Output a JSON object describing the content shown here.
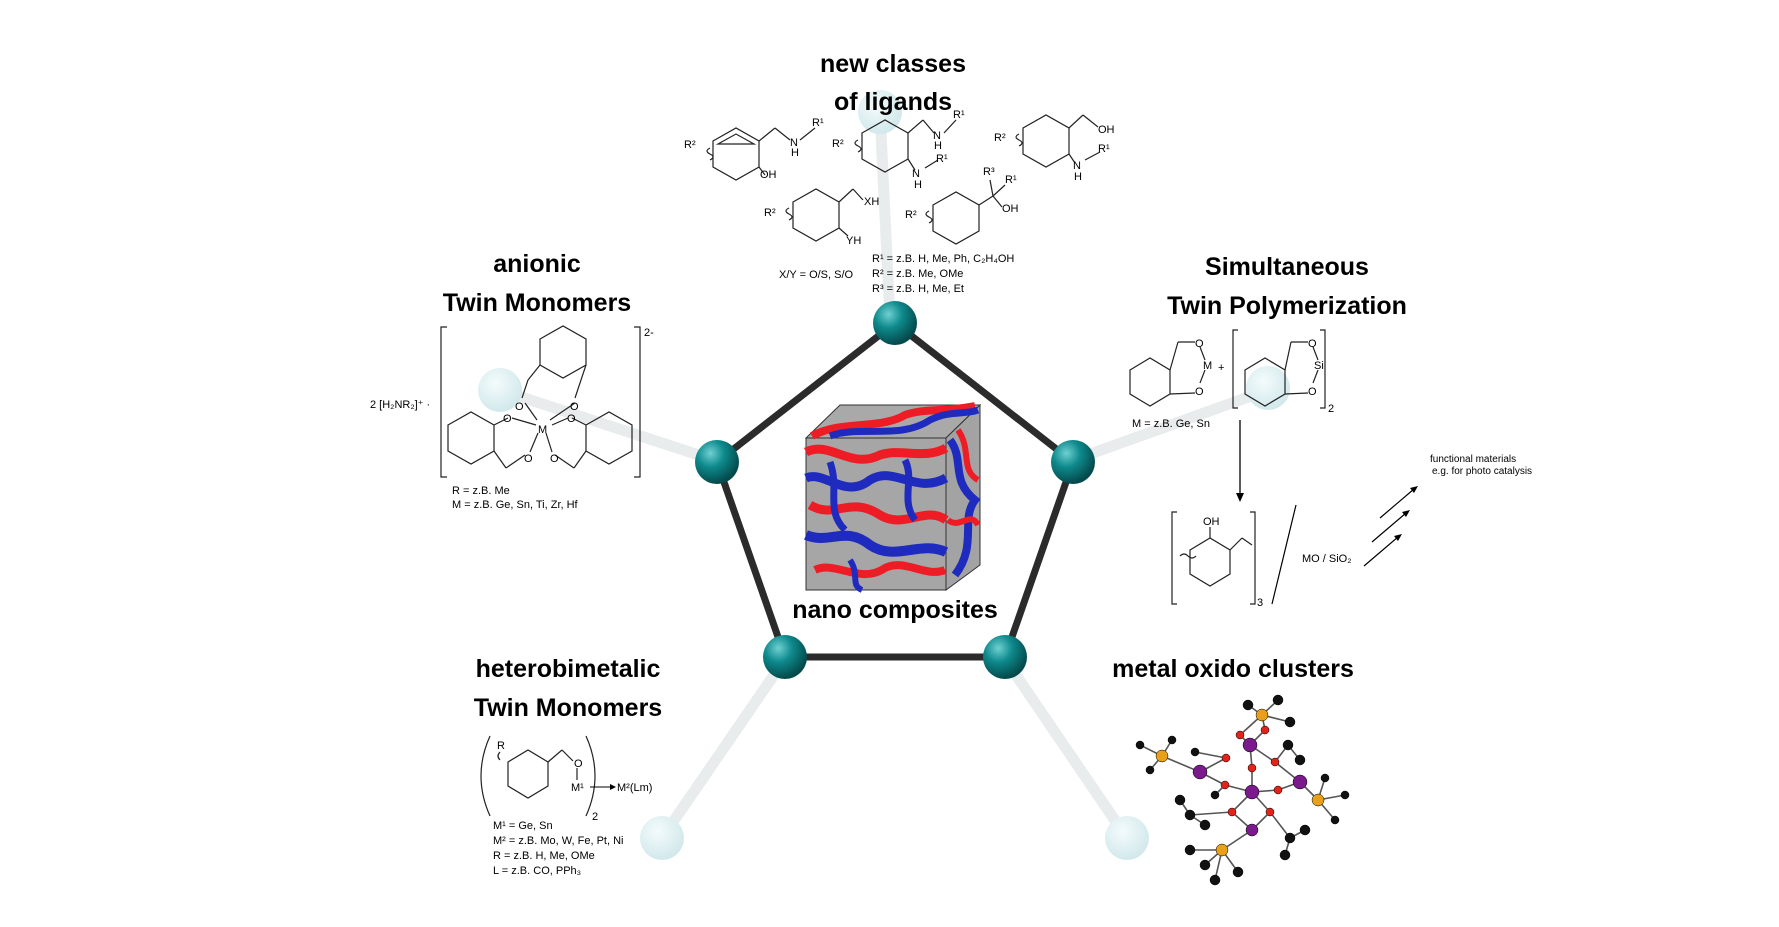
{
  "center": {
    "label": "nano composites"
  },
  "colors": {
    "node": "#0d7d80",
    "edge": "#2b2b2b",
    "spoke": "#e6eaea",
    "ghost": "#d6ecef",
    "red": "#ee1c25",
    "blue": "#1f2bbf",
    "gray": "#a6a6a6"
  },
  "ligands": {
    "title_line1": "new classes",
    "title_line2": "of ligands",
    "r_labels": [
      "R²",
      "R¹",
      "R²",
      "R¹",
      "R²",
      "R¹",
      "R³",
      "R¹",
      "R²",
      "R²"
    ],
    "atom_labels": [
      "N",
      "H",
      "OH",
      "N",
      "H",
      "N",
      "H",
      "OH",
      "N",
      "H",
      "XH",
      "YH",
      "OH"
    ],
    "notes": [
      "X/Y = O/S, S/O",
      "R¹ = z.B. H, Me, Ph, C₂H₄OH",
      "R² = z.B. Me, OMe",
      "R³ = z.B. H, Me, Et"
    ]
  },
  "anionic": {
    "title_line1": "anionic",
    "title_line2": "Twin Monomers",
    "counter_ion": "2 [H₂NR₂]⁺ ·",
    "charge": "2-",
    "metal": "M",
    "oxygen": "O",
    "notes": [
      "R = z.B. Me",
      "M = z.B. Ge, Sn, Ti, Zr, Hf"
    ]
  },
  "simultaneous": {
    "title_line1": "Simultaneous",
    "title_line2": "Twin Polymerization",
    "metal_label": "M",
    "si_label": "Si",
    "oxygen": "O",
    "plus": "+",
    "subscript": "2",
    "metal_note": "M = z.B. Ge, Sn",
    "oh": "OH",
    "n": "3",
    "product": "MO / SiO₂",
    "functional_line1": "functional materials",
    "functional_line2": "e.g. for photo catalysis"
  },
  "heterobimetallic": {
    "title_line1": "heterobimetalic",
    "title_line2": "Twin Monomers",
    "r": "R",
    "o": "O",
    "m1": "M¹",
    "m2": "M²(Lm)",
    "subscript": "2",
    "notes": [
      "M¹ = Ge, Sn",
      "M² = z.B. Mo, W, Fe, Pt, Ni",
      "R = z.B. H, Me, OMe",
      "L = z.B. CO, PPh₃"
    ]
  },
  "oxido": {
    "title": "metal oxido clusters"
  }
}
